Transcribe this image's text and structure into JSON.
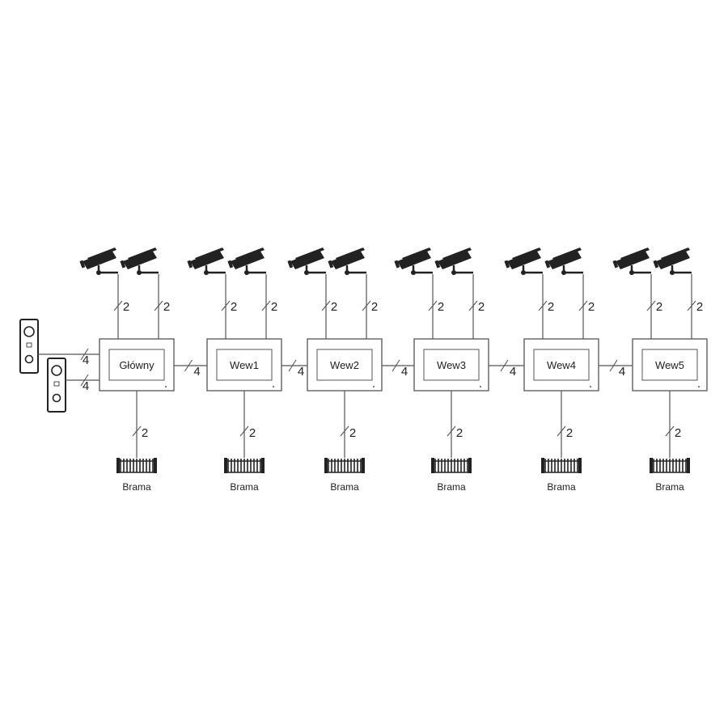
{
  "monitors": [
    {
      "id": "m0",
      "label": "Główny"
    },
    {
      "id": "m1",
      "label": "Wew1"
    },
    {
      "id": "m2",
      "label": "Wew2"
    },
    {
      "id": "m3",
      "label": "Wew3"
    },
    {
      "id": "m4",
      "label": "Wew4"
    },
    {
      "id": "m5",
      "label": "Wew5"
    }
  ],
  "wires": {
    "camera": "2",
    "gate": "2",
    "monitor_link": "4",
    "door_station": "4"
  },
  "gate_label": "Brama",
  "door_stations": 2,
  "cameras_per_monitor": 2,
  "colors": {
    "line": "#555555",
    "device_fill": "#222222",
    "text": "#222222"
  }
}
